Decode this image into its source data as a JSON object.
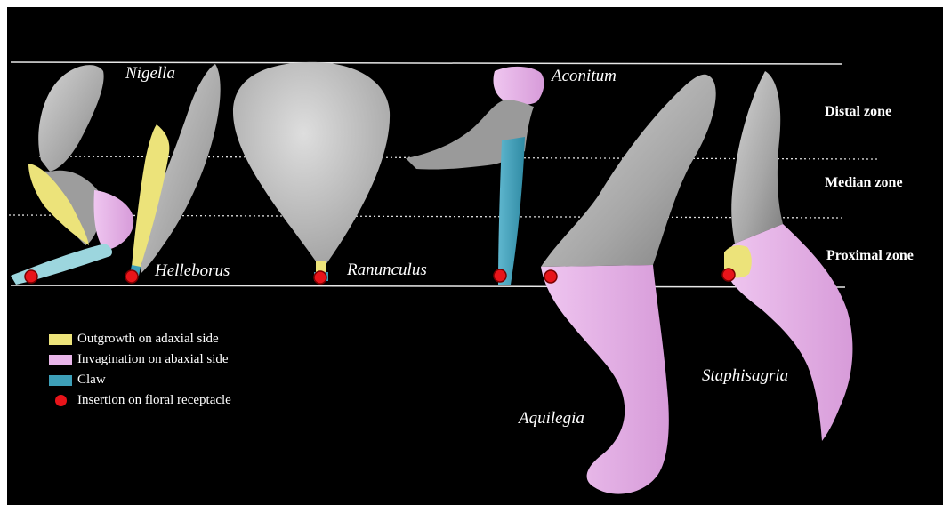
{
  "genera": {
    "nigella": "Nigella",
    "helleborus": "Helleborus",
    "ranunculus": "Ranunculus",
    "aconitum": "Aconitum",
    "aquilegia": "Aquilegia",
    "staphisagria": "Staphisagria"
  },
  "zones": {
    "distal": "Distal zone",
    "median": "Median zone",
    "proximal": "Proximal zone"
  },
  "legend": [
    {
      "label": "Outgrowth on adaxial side",
      "color": "#ece37a",
      "marker": "swatch"
    },
    {
      "label": "Invagination on abaxial side",
      "color": "#e9b6ea",
      "marker": "swatch"
    },
    {
      "label": "Claw",
      "color": "#3d9fb8",
      "marker": "swatch"
    },
    {
      "label": "Insertion on floral receptacle",
      "color": "#e8141a",
      "marker": "dot"
    }
  ],
  "colors": {
    "background": "#000000",
    "blade": "#b8b8b8",
    "outgrowth": "#ece37a",
    "invagination": "#e9b6ea",
    "claw": "#3d9fb8",
    "insertion": "#e8141a"
  }
}
